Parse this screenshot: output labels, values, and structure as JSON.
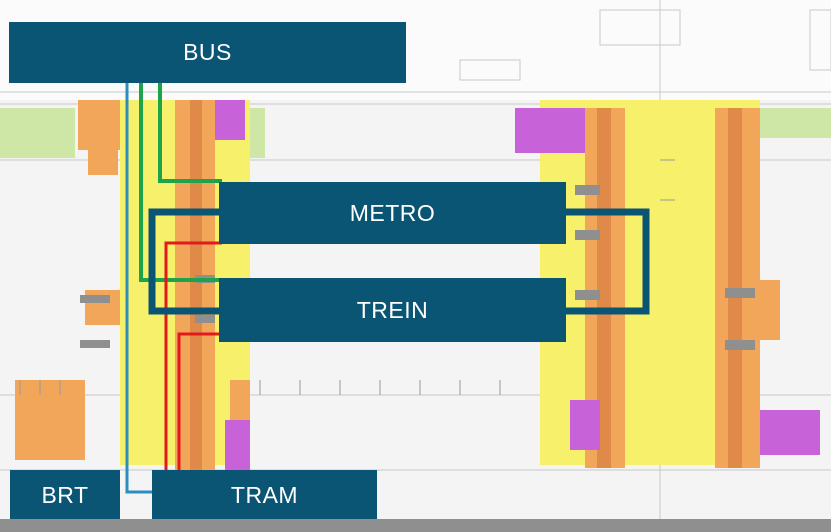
{
  "diagram": {
    "labels": {
      "bus": "BUS",
      "metro": "METRO",
      "trein": "TREIN",
      "brt": "BRT",
      "tram": "TRAM"
    },
    "colors": {
      "box": "#0b5574",
      "bus_route": "#1fa34a",
      "tram_route": "#e11b1b",
      "brt_route": "#2a8fbf",
      "station_loop": "#0b5574",
      "platform": "#f2a65a",
      "zone": "#f7f06a",
      "facility": "#c862d8"
    }
  }
}
